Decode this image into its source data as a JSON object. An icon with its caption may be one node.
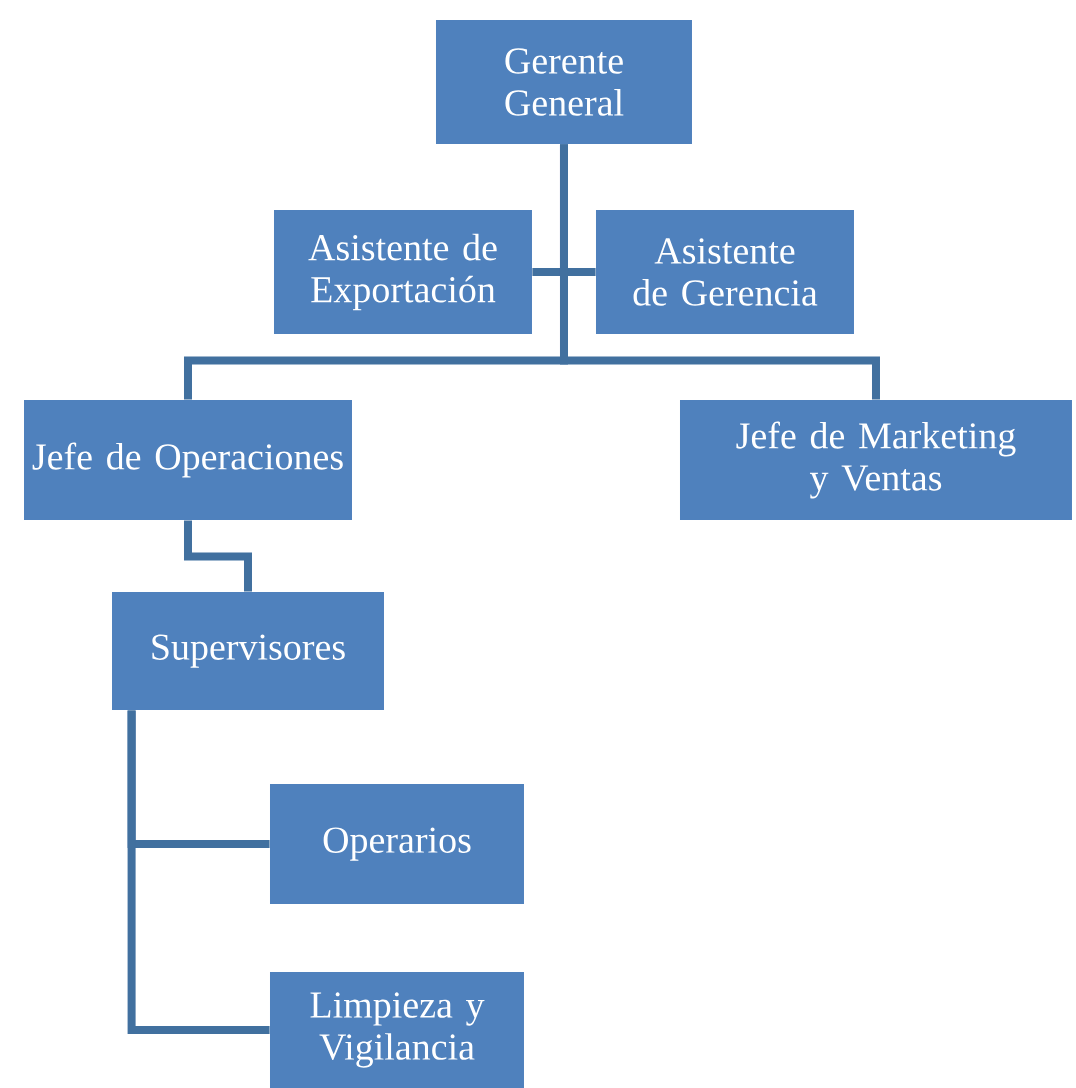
{
  "diagram": {
    "nodes": [
      {
        "text": [
          "Gerente General"
        ]
      },
      {
        "text": [
          "Asistente de Exportación"
        ]
      },
      {
        "text": [
          "Asistente de Gerencia"
        ]
      },
      {
        "text": [
          "Jefe de Operaciones"
        ]
      },
      {
        "text": [
          "Jefe de Marketing y Ventas"
        ]
      },
      {
        "text": [
          "Supervisores"
        ]
      },
      {
        "text": [
          "Operarios"
        ]
      },
      {
        "text": [
          "Limpieza y Vigilancia"
        ]
      }
    ],
    "edges": [
      {
        "from": 0,
        "to": 1,
        "arrow": "none"
      },
      {
        "from": 0,
        "to": 2,
        "arrow": "none"
      },
      {
        "from": 0,
        "to": 3,
        "arrow": "none"
      },
      {
        "from": 0,
        "to": 4,
        "arrow": "none"
      },
      {
        "from": 3,
        "to": 5,
        "arrow": "none"
      },
      {
        "from": 5,
        "to": 6,
        "arrow": "none"
      },
      {
        "from": 5,
        "to": 7,
        "arrow": "none"
      }
    ]
  }
}
